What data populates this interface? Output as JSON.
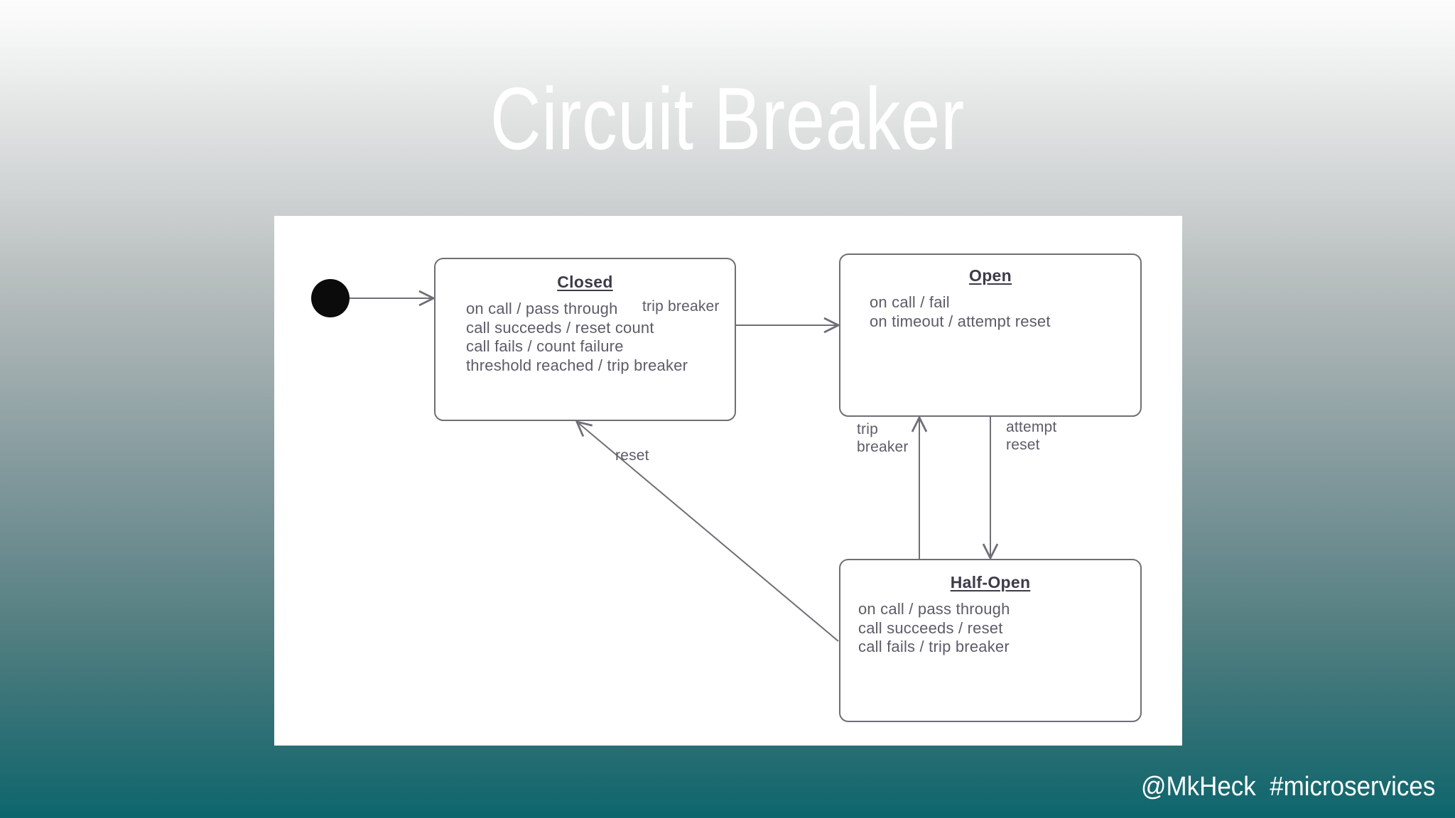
{
  "slide": {
    "title": "Circuit Breaker",
    "footer": "@MkHeck  #microservices",
    "background": {
      "top_color": "#fdfdfd",
      "mid_color": "#94a5a7",
      "bottom_color": "#0d666d"
    },
    "panel_background": "#ffffff"
  },
  "diagram": {
    "type": "uml-state-machine",
    "initial_state_marker": "filled-circle",
    "stroke_color": "#6f6f77",
    "text_color": "#5c5c69",
    "title_color": "#3b3b4a",
    "states": [
      {
        "id": "closed",
        "name": "Closed",
        "lines": [
          "on call / pass through",
          "call succeeds / reset count",
          "call fails / count failure",
          "threshold reached / trip breaker"
        ]
      },
      {
        "id": "open",
        "name": "Open",
        "lines": [
          "on call / fail",
          "on timeout / attempt reset"
        ]
      },
      {
        "id": "half-open",
        "name": "Half-Open",
        "lines": [
          "on call / pass through",
          "call succeeds / reset",
          "call fails / trip breaker"
        ]
      }
    ],
    "transitions": [
      {
        "id": "start-to-closed",
        "from": "start",
        "to": "closed",
        "label": ""
      },
      {
        "id": "closed-to-open",
        "from": "closed",
        "to": "open",
        "label": "trip breaker"
      },
      {
        "id": "half-open-to-open",
        "from": "half-open",
        "to": "open",
        "label": "trip\nbreaker"
      },
      {
        "id": "open-to-half-open",
        "from": "open",
        "to": "half-open",
        "label": "attempt\nreset"
      },
      {
        "id": "half-open-to-closed",
        "from": "half-open",
        "to": "closed",
        "label": "reset"
      }
    ]
  }
}
